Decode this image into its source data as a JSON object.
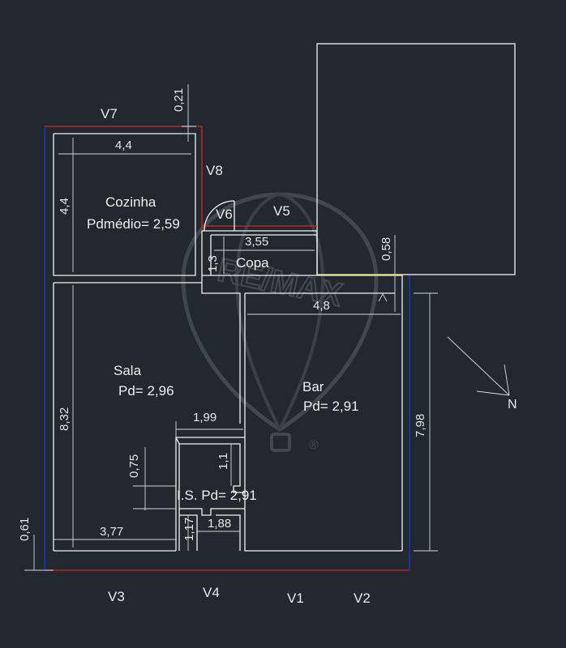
{
  "rooms": {
    "cozinha": {
      "name": "Cozinha",
      "ceiling": "Pdmédio= 2,59"
    },
    "copa": {
      "name": "Copa"
    },
    "sala": {
      "name": "Sala",
      "ceiling": "Pd= 2,96"
    },
    "bar": {
      "name": "Bar",
      "ceiling": "Pd= 2,91"
    },
    "is": {
      "name": "I.S. Pd= 2,91"
    }
  },
  "views": {
    "v1": "V1",
    "v2": "V2",
    "v3": "V3",
    "v4": "V4",
    "v5": "V5",
    "v6": "V6",
    "v7": "V7",
    "v8": "V8"
  },
  "dimensions": {
    "d_0_21": "0,21",
    "d_4_4_h": "4,4",
    "d_4_4_v": "4,4",
    "d_3_55": "3,55",
    "d_1_3": "1,3",
    "d_0_58": "0,58",
    "d_4_8": "4,8",
    "d_8_32": "8,32",
    "d_1_99": "1,99",
    "d_0_75": "0,75",
    "d_1_1": "1,1",
    "d_3_77": "3,77",
    "d_1_17": "1,17",
    "d_1_88": "1,88",
    "d_7_98": "7,98",
    "d_0_61": "0,61"
  },
  "compass": {
    "label": "N"
  },
  "watermark": {
    "text": "RE/MAX",
    "mark": "®"
  },
  "colors": {
    "background": "#212830",
    "walls": "#f2f2f2",
    "red_edge": "#c0232b",
    "blue_edge": "#1c2f9c",
    "yellow_edge": "#d6c83c"
  }
}
